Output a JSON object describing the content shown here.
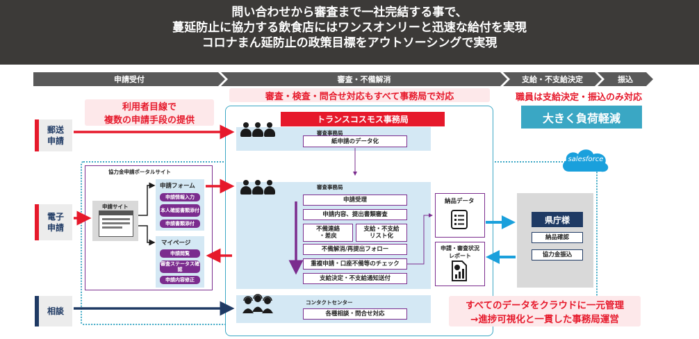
{
  "header": {
    "line1": "問い合わせから審査まで一社完結する事で、",
    "line2": "蔓延防止に協力する飲食店にはワンスオンリーと迅速な給付を実現",
    "line3": "コロナまん延防止の政策目標をアウトソーシングで実現"
  },
  "stages": [
    "申請受付",
    "審査・不備解消",
    "支給・不支給決定",
    "振込"
  ],
  "callouts": {
    "center_top": "審査・検査・問合せ対応もすべて事務局で対応",
    "right_top": "職員は支給決定・振込のみ対応",
    "burden": "大きく負荷軽減",
    "user_line1": "利用者目線で",
    "user_line2": "複数の申請手段の提供",
    "cloud_line1": "すべてのデータをクラウドに一元管理",
    "cloud_line2": "→進捗可視化と一貫した事務局運営"
  },
  "entries": {
    "mail": "郵送\n申請",
    "electronic": "電子\n申請",
    "consult": "相談"
  },
  "portal": {
    "title": "協力金申請ポータルサイト",
    "site_label": "申請サイト",
    "form_label": "申請フォーム",
    "form_buttons": [
      "申請情報入力",
      "本人確認書類添付",
      "申請書類添付"
    ],
    "mypage_label": "マイページ",
    "mypage_buttons": [
      "申請閲覧",
      "審査ステータス確認",
      "申請内容修正"
    ]
  },
  "transcosmos": {
    "title": "トランスコスモス事務局",
    "office1_label": "審査事務局",
    "office1_task": "紙申請のデータ化",
    "office2_label": "審査事務局",
    "tasks": {
      "accept": "申請受理",
      "review": "申請内容、提出書類審査",
      "contact": "不備連絡\n・差戻",
      "decision_list": "支給・不支給\nリスト化",
      "followup": "不備解消/再提出フォロー",
      "double_check": "重複申請・口座不備等のチェック",
      "notice": "支給決定・不支給通知送付"
    },
    "contact_center_label": "コンタクトセンター",
    "contact_center_task": "各種相談・問合せ対応"
  },
  "data_boxes": {
    "delivery": "納品データ",
    "report": "申請・審査状況\nレポート"
  },
  "prefecture": {
    "title": "県庁様",
    "items": [
      "納品確認",
      "協力金振込"
    ]
  },
  "cloud_label": "salesforce",
  "colors": {
    "header_bg": "#3c3a38",
    "stage_bg": "#595959",
    "accent_red": "#e6192b",
    "navy": "#1f3a64",
    "purple": "#7b2c8e",
    "teal": "#3aa7c4",
    "light_blue": "#d4e8f4",
    "sky": "#1aa0dc"
  },
  "icons": {
    "people": "people-group-icon",
    "headset": "headset-group-icon",
    "document": "document-icon",
    "report": "report-chart-icon",
    "cloud": "cloud-icon"
  }
}
